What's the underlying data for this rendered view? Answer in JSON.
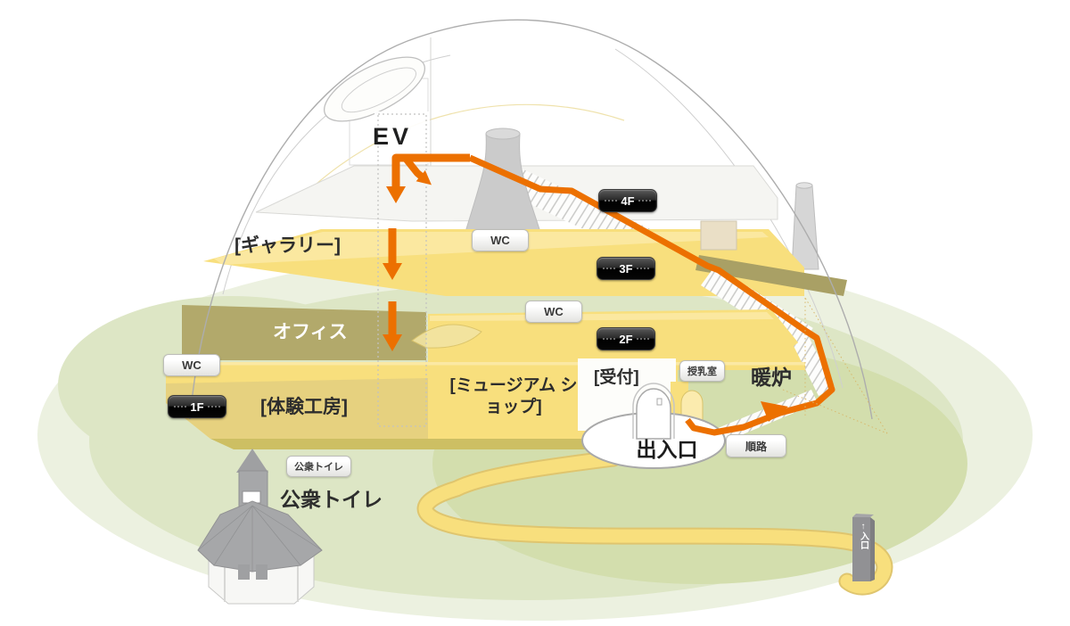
{
  "labels": {
    "elevator": "EV",
    "gallery": "[ギャラリー]",
    "office": "オフィス",
    "workshop": "[体験工房]",
    "museum_shop": "[ミュージアム ショップ]",
    "reception": "[受付]",
    "fireplace": "暖炉",
    "entrance_exit": "出入口",
    "public_toilet": "公衆トイレ"
  },
  "floor_badges": [
    {
      "id": "4f",
      "label": "4F"
    },
    {
      "id": "3f",
      "label": "3F"
    },
    {
      "id": "2f",
      "label": "2F"
    },
    {
      "id": "1f",
      "label": "1F"
    }
  ],
  "facility_badges": [
    {
      "id": "wc-3f",
      "label": "WC"
    },
    {
      "id": "wc-2f",
      "label": "WC"
    },
    {
      "id": "wc-1f",
      "label": "WC"
    },
    {
      "id": "nursing-room",
      "label": "授乳室"
    },
    {
      "id": "route",
      "label": "順路"
    },
    {
      "id": "public-toilet",
      "label": "公衆トイレ"
    }
  ],
  "entrance_sign": {
    "arrow": "↑",
    "label": "入口"
  },
  "colors": {
    "route_orange": "#EC7000",
    "floor_yellow": "#F8DF7D",
    "floor_yellow_light": "#FBE9A4",
    "office_olive": "#B2A96B",
    "ground_green": "#DCE6C5",
    "ground_green_pale": "#ECF1E0",
    "ground_green_dark": "#D3DEAD",
    "badge_black": "#111111",
    "structure_grey": "#A7A7A9"
  }
}
